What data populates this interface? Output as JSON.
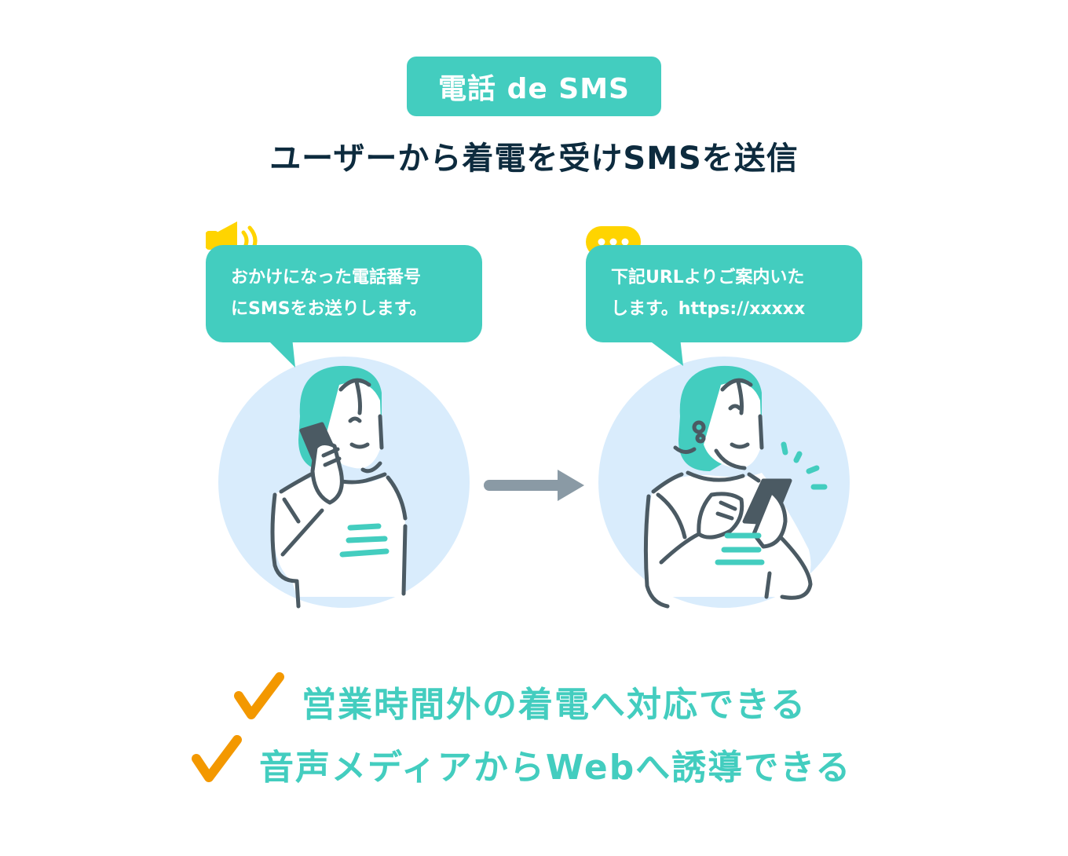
{
  "header": {
    "badge_label": "電話 de SMS",
    "headline": "ユーザーから着電を受けSMSを送信"
  },
  "steps": [
    {
      "id": "incoming-call",
      "bubble_icon": "speaker-icon",
      "bubble_lines": [
        "おかけになった電話番号",
        "にSMSをお送りします。"
      ],
      "illustration": "woman-on-phone-call"
    },
    {
      "id": "sms-received",
      "bubble_icon": "chat-bubble-dots-icon",
      "bubble_lines": [
        "下記URLよりご案内いた",
        "します。https://xxxxx"
      ],
      "illustration": "woman-reading-smartphone"
    }
  ],
  "flow_arrow": "arrow-right-icon",
  "benefits": [
    {
      "icon": "checkmark-icon",
      "text": "営業時間外の着電へ対応できる"
    },
    {
      "icon": "checkmark-icon",
      "text": "音声メディアからWebへ誘導できる"
    }
  ],
  "colors": {
    "teal": "#43cdbf",
    "navy": "#0d2b3e",
    "yellow": "#ffd400",
    "orange": "#f39800",
    "circle_bg": "#d9ecfc",
    "line_gray": "#4b5a63",
    "arrow_gray": "#8a9aa5"
  }
}
